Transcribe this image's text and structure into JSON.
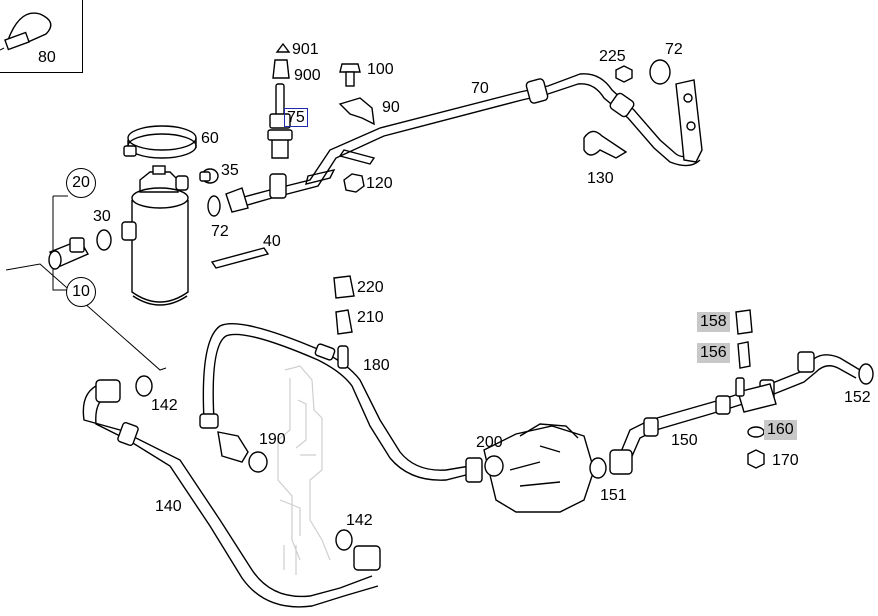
{
  "diagram": {
    "selected_callout": "75",
    "highlight_color": "#c8c8c8",
    "selection_color": "#1f2aa8",
    "callouts": {
      "c80": "80",
      "c901": "901",
      "c900": "900",
      "c75": "75",
      "c100": "100",
      "c90": "90",
      "c70": "70",
      "c225": "225",
      "c72a": "72",
      "c60": "60",
      "c35": "35",
      "c120": "120",
      "c130": "130",
      "c20": "20",
      "c30": "30",
      "c72b": "72",
      "c40": "40",
      "c10": "10",
      "c220": "220",
      "c210": "210",
      "c180": "180",
      "c158": "158",
      "c156": "156",
      "c152": "152",
      "c142a": "142",
      "c190": "190",
      "c200": "200",
      "c150": "150",
      "c160": "160",
      "c170": "170",
      "c151": "151",
      "c140": "140",
      "c142b": "142"
    }
  }
}
